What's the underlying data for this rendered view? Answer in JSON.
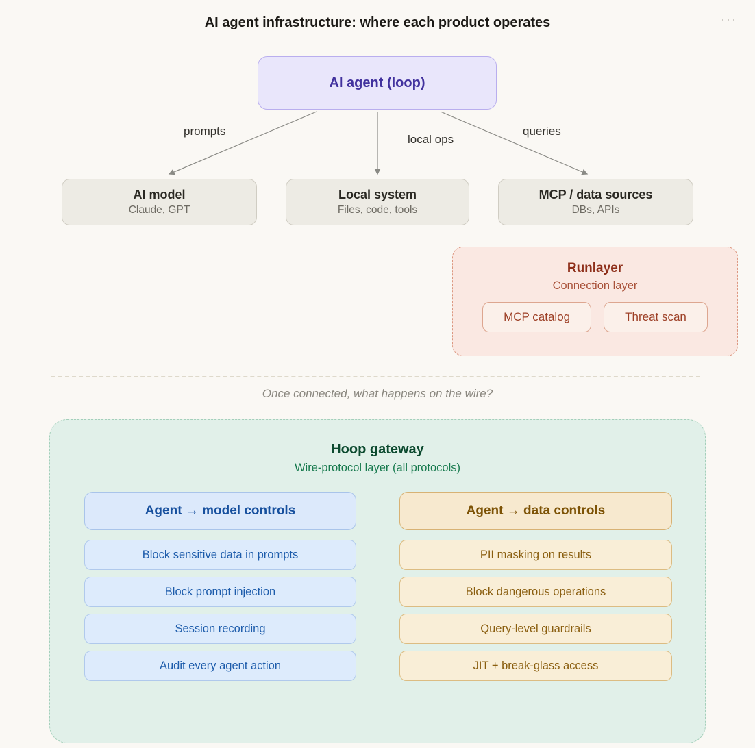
{
  "page": {
    "title": "AI agent infrastructure: where each product operates",
    "menu_icon": "···"
  },
  "agent": {
    "label": "AI agent (loop)"
  },
  "edges": [
    {
      "label": "prompts"
    },
    {
      "label": "local ops"
    },
    {
      "label": "queries"
    }
  ],
  "targets": [
    {
      "title": "AI model",
      "subtitle": "Claude, GPT"
    },
    {
      "title": "Local system",
      "subtitle": "Files, code, tools"
    },
    {
      "title": "MCP / data sources",
      "subtitle": "DBs, APIs"
    }
  ],
  "runlayer": {
    "title": "Runlayer",
    "subtitle": "Connection layer",
    "chips": [
      "MCP catalog",
      "Threat scan"
    ]
  },
  "divider_note": "Once connected, what happens on the wire?",
  "gateway": {
    "title": "Hoop gateway",
    "subtitle": "Wire-protocol layer (all protocols)",
    "columns": [
      {
        "header": "Agent → model controls",
        "items": [
          "Block sensitive data in prompts",
          "Block prompt injection",
          "Session recording",
          "Audit every agent action"
        ]
      },
      {
        "header": "Agent → data controls",
        "items": [
          "PII masking on results",
          "Block dangerous operations",
          "Query-level guardrails",
          "JIT + break-glass access"
        ]
      }
    ]
  },
  "colors": {
    "arrow": "#8a8a85",
    "agent_accent": "#42329e",
    "runlayer_accent": "#8e2f1a",
    "gateway_accent": "#0c4a2f",
    "model_accent": "#17509e",
    "data_accent": "#7d5306"
  }
}
